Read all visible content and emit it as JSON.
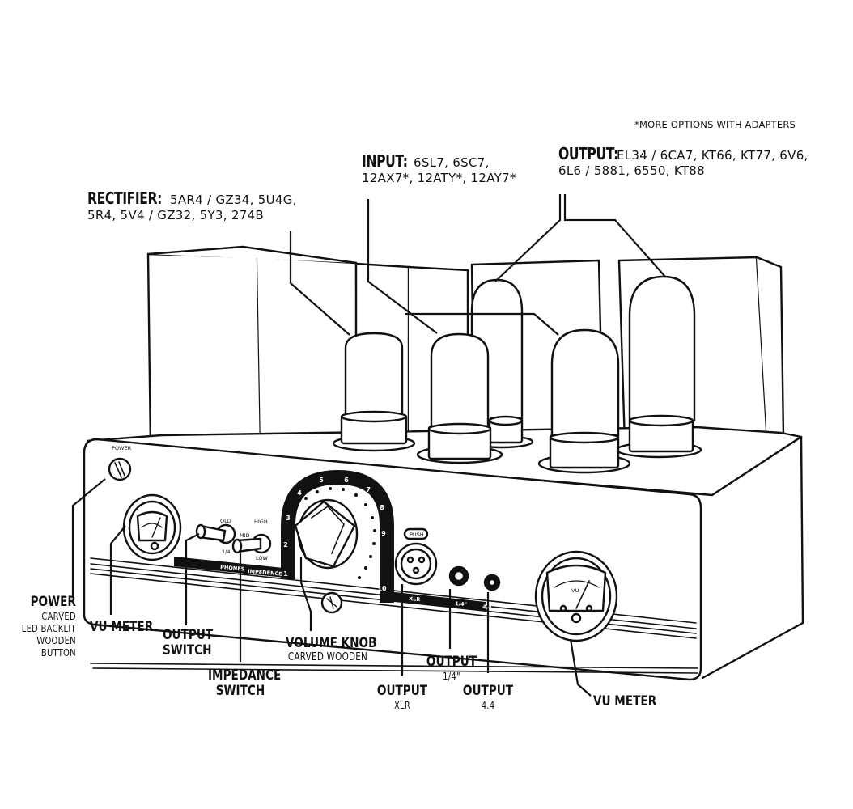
{
  "note": "*MORE OPTIONS WITH ADAPTERS",
  "rectifier": {
    "title": "RECTIFIER:",
    "line1": "5AR4 / GZ34, 5U4G,",
    "line2": "5R4, 5V4 / GZ32, 5Y3, 274B"
  },
  "input": {
    "title": "INPUT:",
    "line1": "6SL7, 6SC7,",
    "line2": "12AX7*, 12ATY*, 12AY7*"
  },
  "output_tubes": {
    "title": "OUTPUT:",
    "line1": "EL34 / 6CA7, KT66, KT77, 6V6,",
    "line2": "6L6 / 5881, 6550, KT88"
  },
  "power": {
    "title": "POWER",
    "sub1": "CARVED",
    "sub2": "LED BACKLIT",
    "sub3": "WOODEN",
    "sub4": "BUTTON"
  },
  "vu_left": {
    "title": "VU METER"
  },
  "output_switch": {
    "line1": "OUTPUT",
    "line2": "SWITCH"
  },
  "impedance_switch": {
    "line1": "IMPEDANCE",
    "line2": "SWITCH"
  },
  "volume_knob": {
    "title": "VOLUME KNOB",
    "sub": "CARVED WOODEN"
  },
  "output_xlr": {
    "title": "OUTPUT",
    "sub": "XLR"
  },
  "output_quarter": {
    "title": "OUTPUT",
    "sub": "1/4\""
  },
  "output_44": {
    "title": "OUTPUT",
    "sub": "4.4"
  },
  "vu_right": {
    "title": "VU METER"
  },
  "panel": {
    "power_small": "POWER",
    "phones": "PHONES",
    "impedence": "IMPEDENCE",
    "sw_top": "OLD",
    "sw_bottom": "1/4",
    "high": "HIGH",
    "mid": "MID",
    "low": "LOW",
    "push": "PUSH",
    "xlr": "XLR",
    "quarter": "1/4\"",
    "four4": "4.4",
    "vu": "VU",
    "dial_numbers": [
      "1",
      "2",
      "3",
      "4",
      "5",
      "6",
      "7",
      "8",
      "9",
      "10"
    ]
  }
}
